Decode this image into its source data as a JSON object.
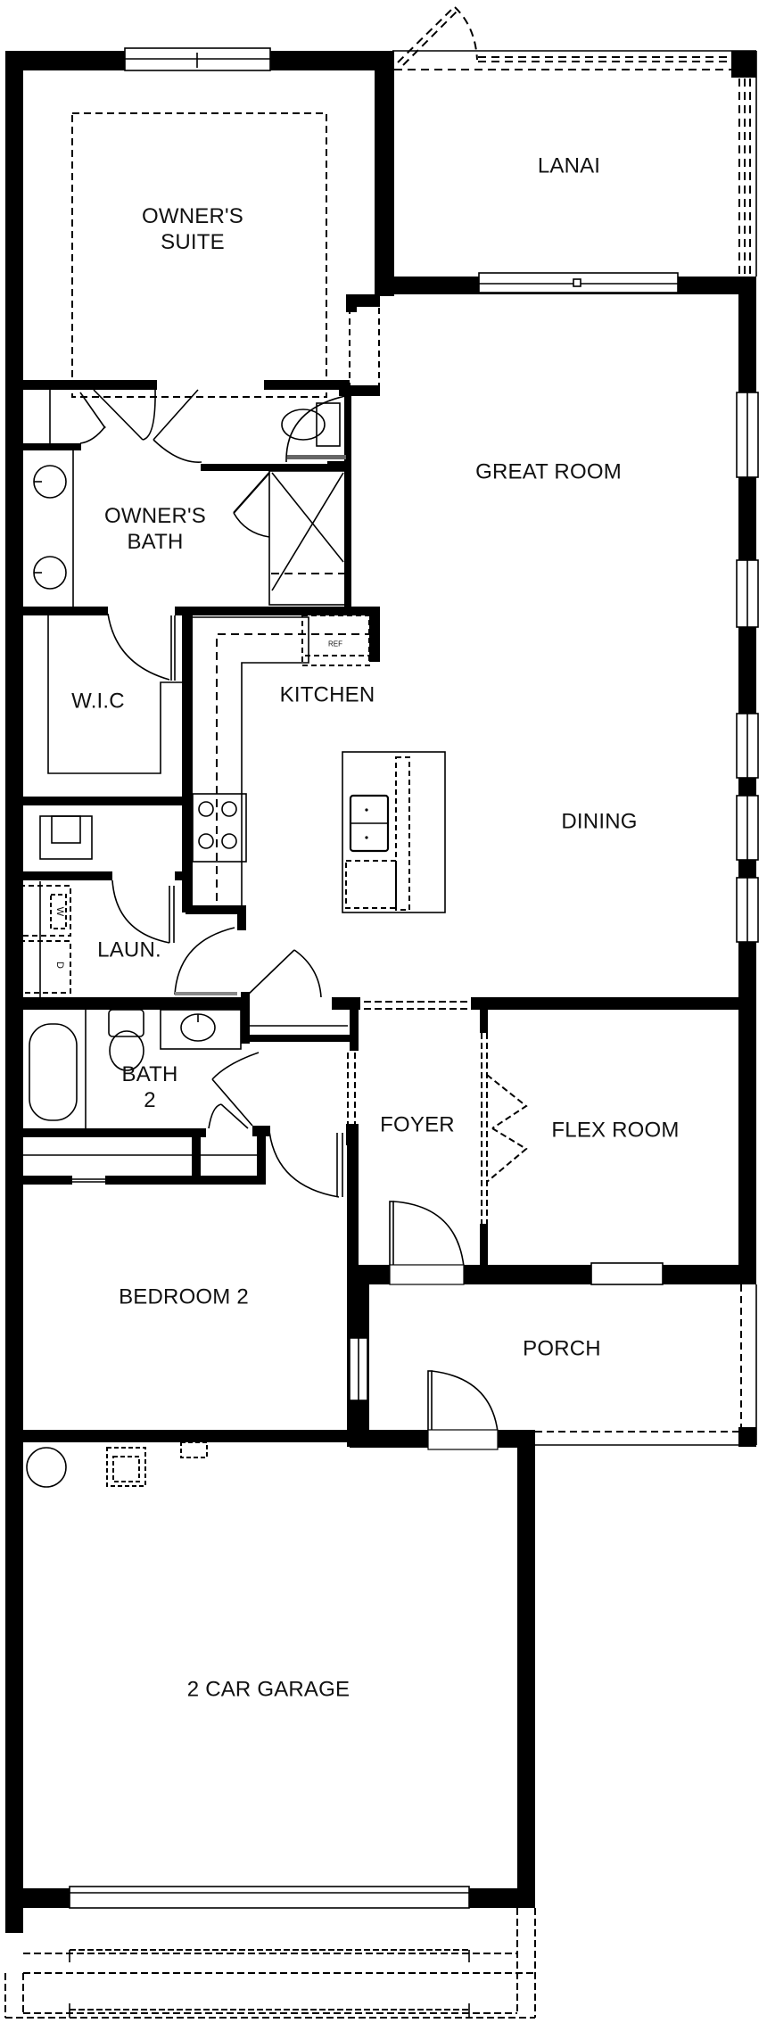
{
  "plan": {
    "background": "#ffffff",
    "wall_color": "#000000",
    "rooms": {
      "owners_suite": {
        "line1": "OWNER'S",
        "line2": "SUITE"
      },
      "lanai": "LANAI",
      "great_room": "GREAT ROOM",
      "owners_bath": {
        "line1": "OWNER'S",
        "line2": "BATH"
      },
      "wic": "W.I.C",
      "kitchen": "KITCHEN",
      "dining": "DINING",
      "laundry": "LAUN.",
      "bath2": {
        "line1": "BATH",
        "line2": "2"
      },
      "foyer": "FOYER",
      "flex_room": "FLEX ROOM",
      "bedroom2": "BEDROOM 2",
      "porch": "PORCH",
      "garage": "2 CAR GARAGE"
    },
    "fixtures": {
      "refrigerator": "REF",
      "washer": "W",
      "dryer": "D"
    }
  }
}
